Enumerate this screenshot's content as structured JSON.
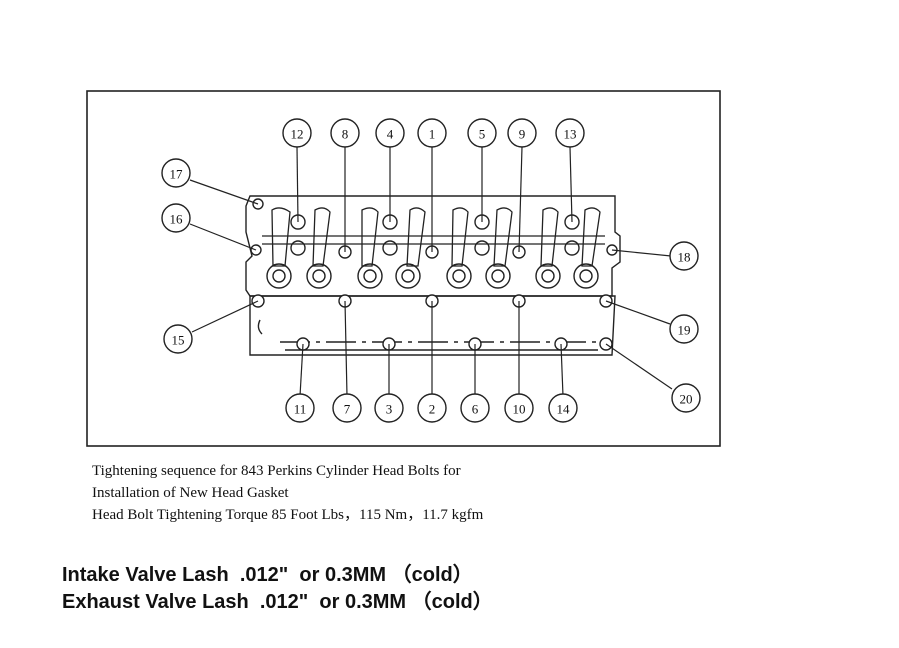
{
  "diagram": {
    "bolt_numbers": [
      "1",
      "2",
      "3",
      "4",
      "5",
      "6",
      "7",
      "8",
      "9",
      "10",
      "11",
      "12",
      "13",
      "14",
      "15",
      "16",
      "17",
      "18",
      "19",
      "20"
    ]
  },
  "caption": {
    "line1": "Tightening sequence for 843 Perkins Cylinder Head Bolts for",
    "line2": "Installation of New Head Gasket",
    "line3": "Head Bolt Tightening Torque 85 Foot Lbs，115 Nm，11.7 kgfm"
  },
  "valve_lash": {
    "intake": "Intake Valve Lash  .012\"  or 0.3MM （cold）",
    "exhaust": "Exhaust Valve Lash  .012\"  or 0.3MM （cold）"
  }
}
